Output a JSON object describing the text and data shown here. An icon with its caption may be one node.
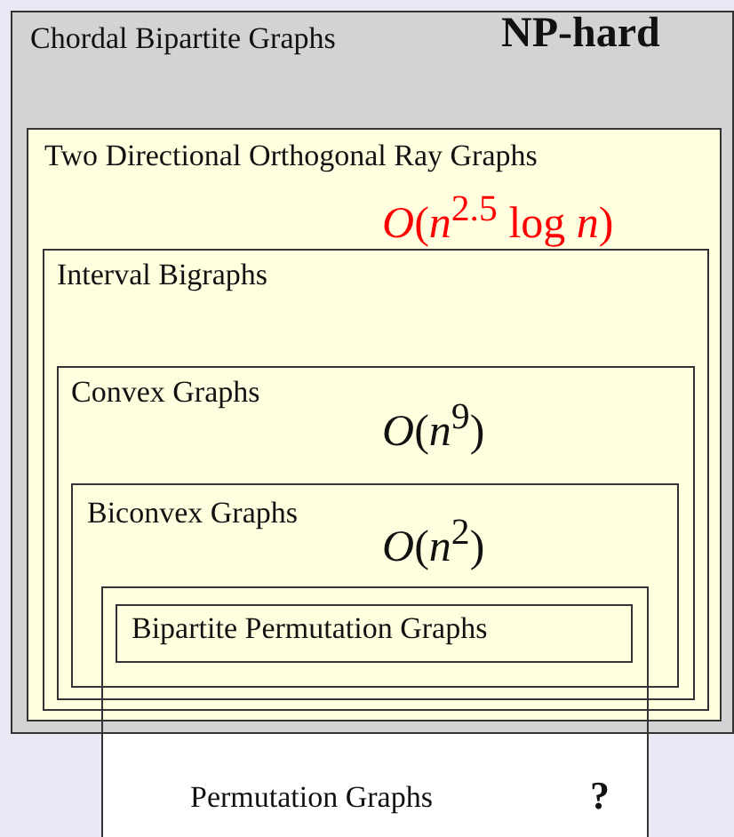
{
  "diagram": {
    "nodes": [
      {
        "text": [
          "Chordal Bipartite Graphs",
          "NP-hard"
        ]
      },
      {
        "text": [
          "Two Directional Orthogonal Ray Graphs",
          "*O*(*n*$^{2.5}$ log *n*)"
        ],
        "in": 0
      },
      {
        "text": [
          "Interval Bigraphs"
        ],
        "in": 1
      },
      {
        "text": [
          "Convex Graphs",
          "*O*(*n*$^{9}$)"
        ],
        "in": 2
      },
      {
        "text": [
          "Biconvex Graphs",
          "*O*(*n*$^{2}$)"
        ],
        "in": 3
      },
      {
        "text": [
          "Permutation Graphs",
          "?"
        ]
      },
      {
        "text": [
          "Bipartite Permutation Graphs"
        ]
      }
    ]
  }
}
